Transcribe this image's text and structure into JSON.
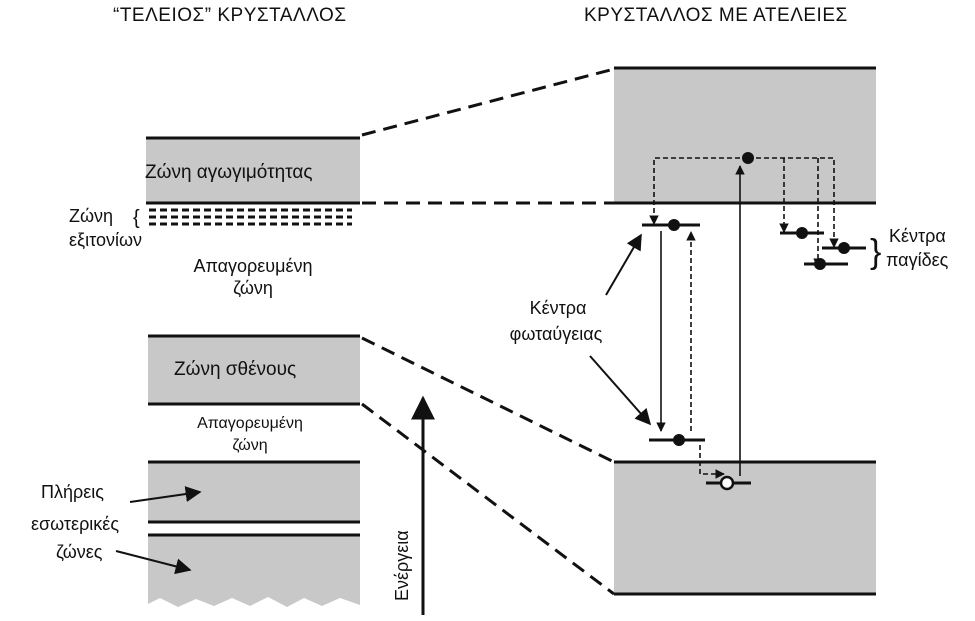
{
  "titles": {
    "perfect_crystal": "“ΤΕΛΕΙΟΣ” ΚΡΥΣΤΑΛΛΟΣ",
    "defect_crystal": "ΚΡΥΣΤΑΛΛΟΣ ΜΕ ΑΤΕΛΕΙΕΣ"
  },
  "perfect": {
    "conduction_band": "Ζώνη αγωγιμότητας",
    "exciton_line1": "Ζώνη",
    "exciton_line2": "εξιτονίων",
    "forbidden1_line1": "Απαγορευμένη",
    "forbidden1_line2": "ζώνη",
    "valence_band": "Ζώνη σθένους",
    "forbidden2_line1": "Απαγορευμένη",
    "forbidden2_line2": "ζώνη",
    "inner_line1": "Πλήρεις",
    "inner_line2": "εσωτερικές",
    "inner_line3": "ζώνες"
  },
  "defect": {
    "luminescence_line1": "Κέντρα",
    "luminescence_line2": "φωταύγειας",
    "traps_line1": "Κέντρα",
    "traps_line2": "παγίδες"
  },
  "energy_axis": "Ενέργεια",
  "colors": {
    "band_fill": "#c8c8c8",
    "line": "#111111",
    "background": "#ffffff"
  }
}
